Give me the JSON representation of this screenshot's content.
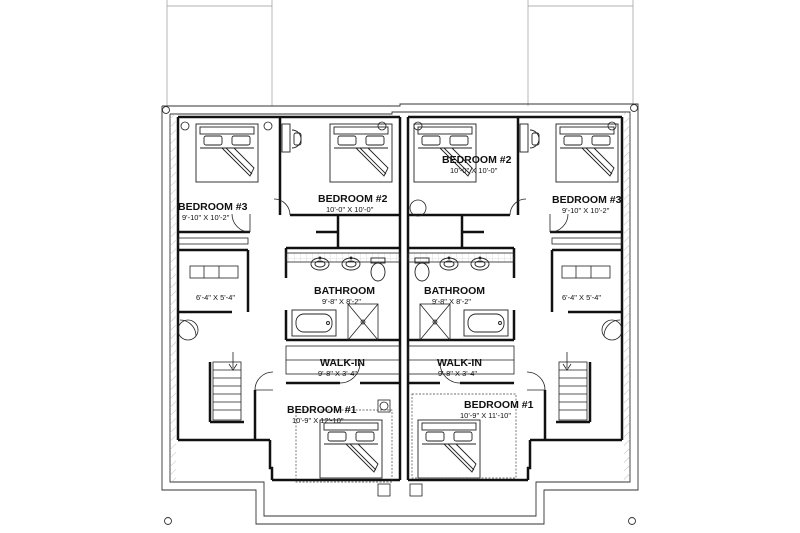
{
  "colors": {
    "wall": "#111111",
    "line": "#222222",
    "hatch": "#9a9a9a",
    "paper": "#ffffff"
  },
  "icons": [
    "bed-icon",
    "desk-chair-icon",
    "sink-icon",
    "toilet-icon",
    "bathtub-icon",
    "shower-icon",
    "door-swing-icon",
    "stair-icon",
    "rug-icon",
    "column-icon"
  ],
  "rooms": {
    "left_bedroom3": {
      "title": "BEDROOM #3",
      "dims": "9'-10\" X 10'-2\""
    },
    "left_bedroom2": {
      "title": "BEDROOM #2",
      "dims": "10'-0\" X 10'-0\""
    },
    "left_closet": {
      "dims": "6'-4\" X 5'-4\""
    },
    "left_bathroom": {
      "title": "BATHROOM",
      "dims": "9'-8\" X 8'-2\""
    },
    "left_walkin": {
      "title": "WALK-IN",
      "dims": "9'-8\" X 3'-4\""
    },
    "left_bedroom1": {
      "title": "BEDROOM #1",
      "dims": "10'-9\" X 12'-10\""
    },
    "right_bedroom2": {
      "title": "BEDROOM #2",
      "dims": "10'-0\" X 10'-0\""
    },
    "right_bedroom3": {
      "title": "BEDROOM #3",
      "dims": "9'-10\" X 10'-2\""
    },
    "right_closet": {
      "dims": "6'-4\" X 5'-4\""
    },
    "right_bathroom": {
      "title": "BATHROOM",
      "dims": "9'-8\" X 8'-2\""
    },
    "right_walkin": {
      "title": "WALK-IN",
      "dims": "9'-8\" X 3'-4\""
    },
    "right_bedroom1": {
      "title": "BEDROOM #1",
      "dims": "10'-9\" X 11'-10\""
    }
  }
}
